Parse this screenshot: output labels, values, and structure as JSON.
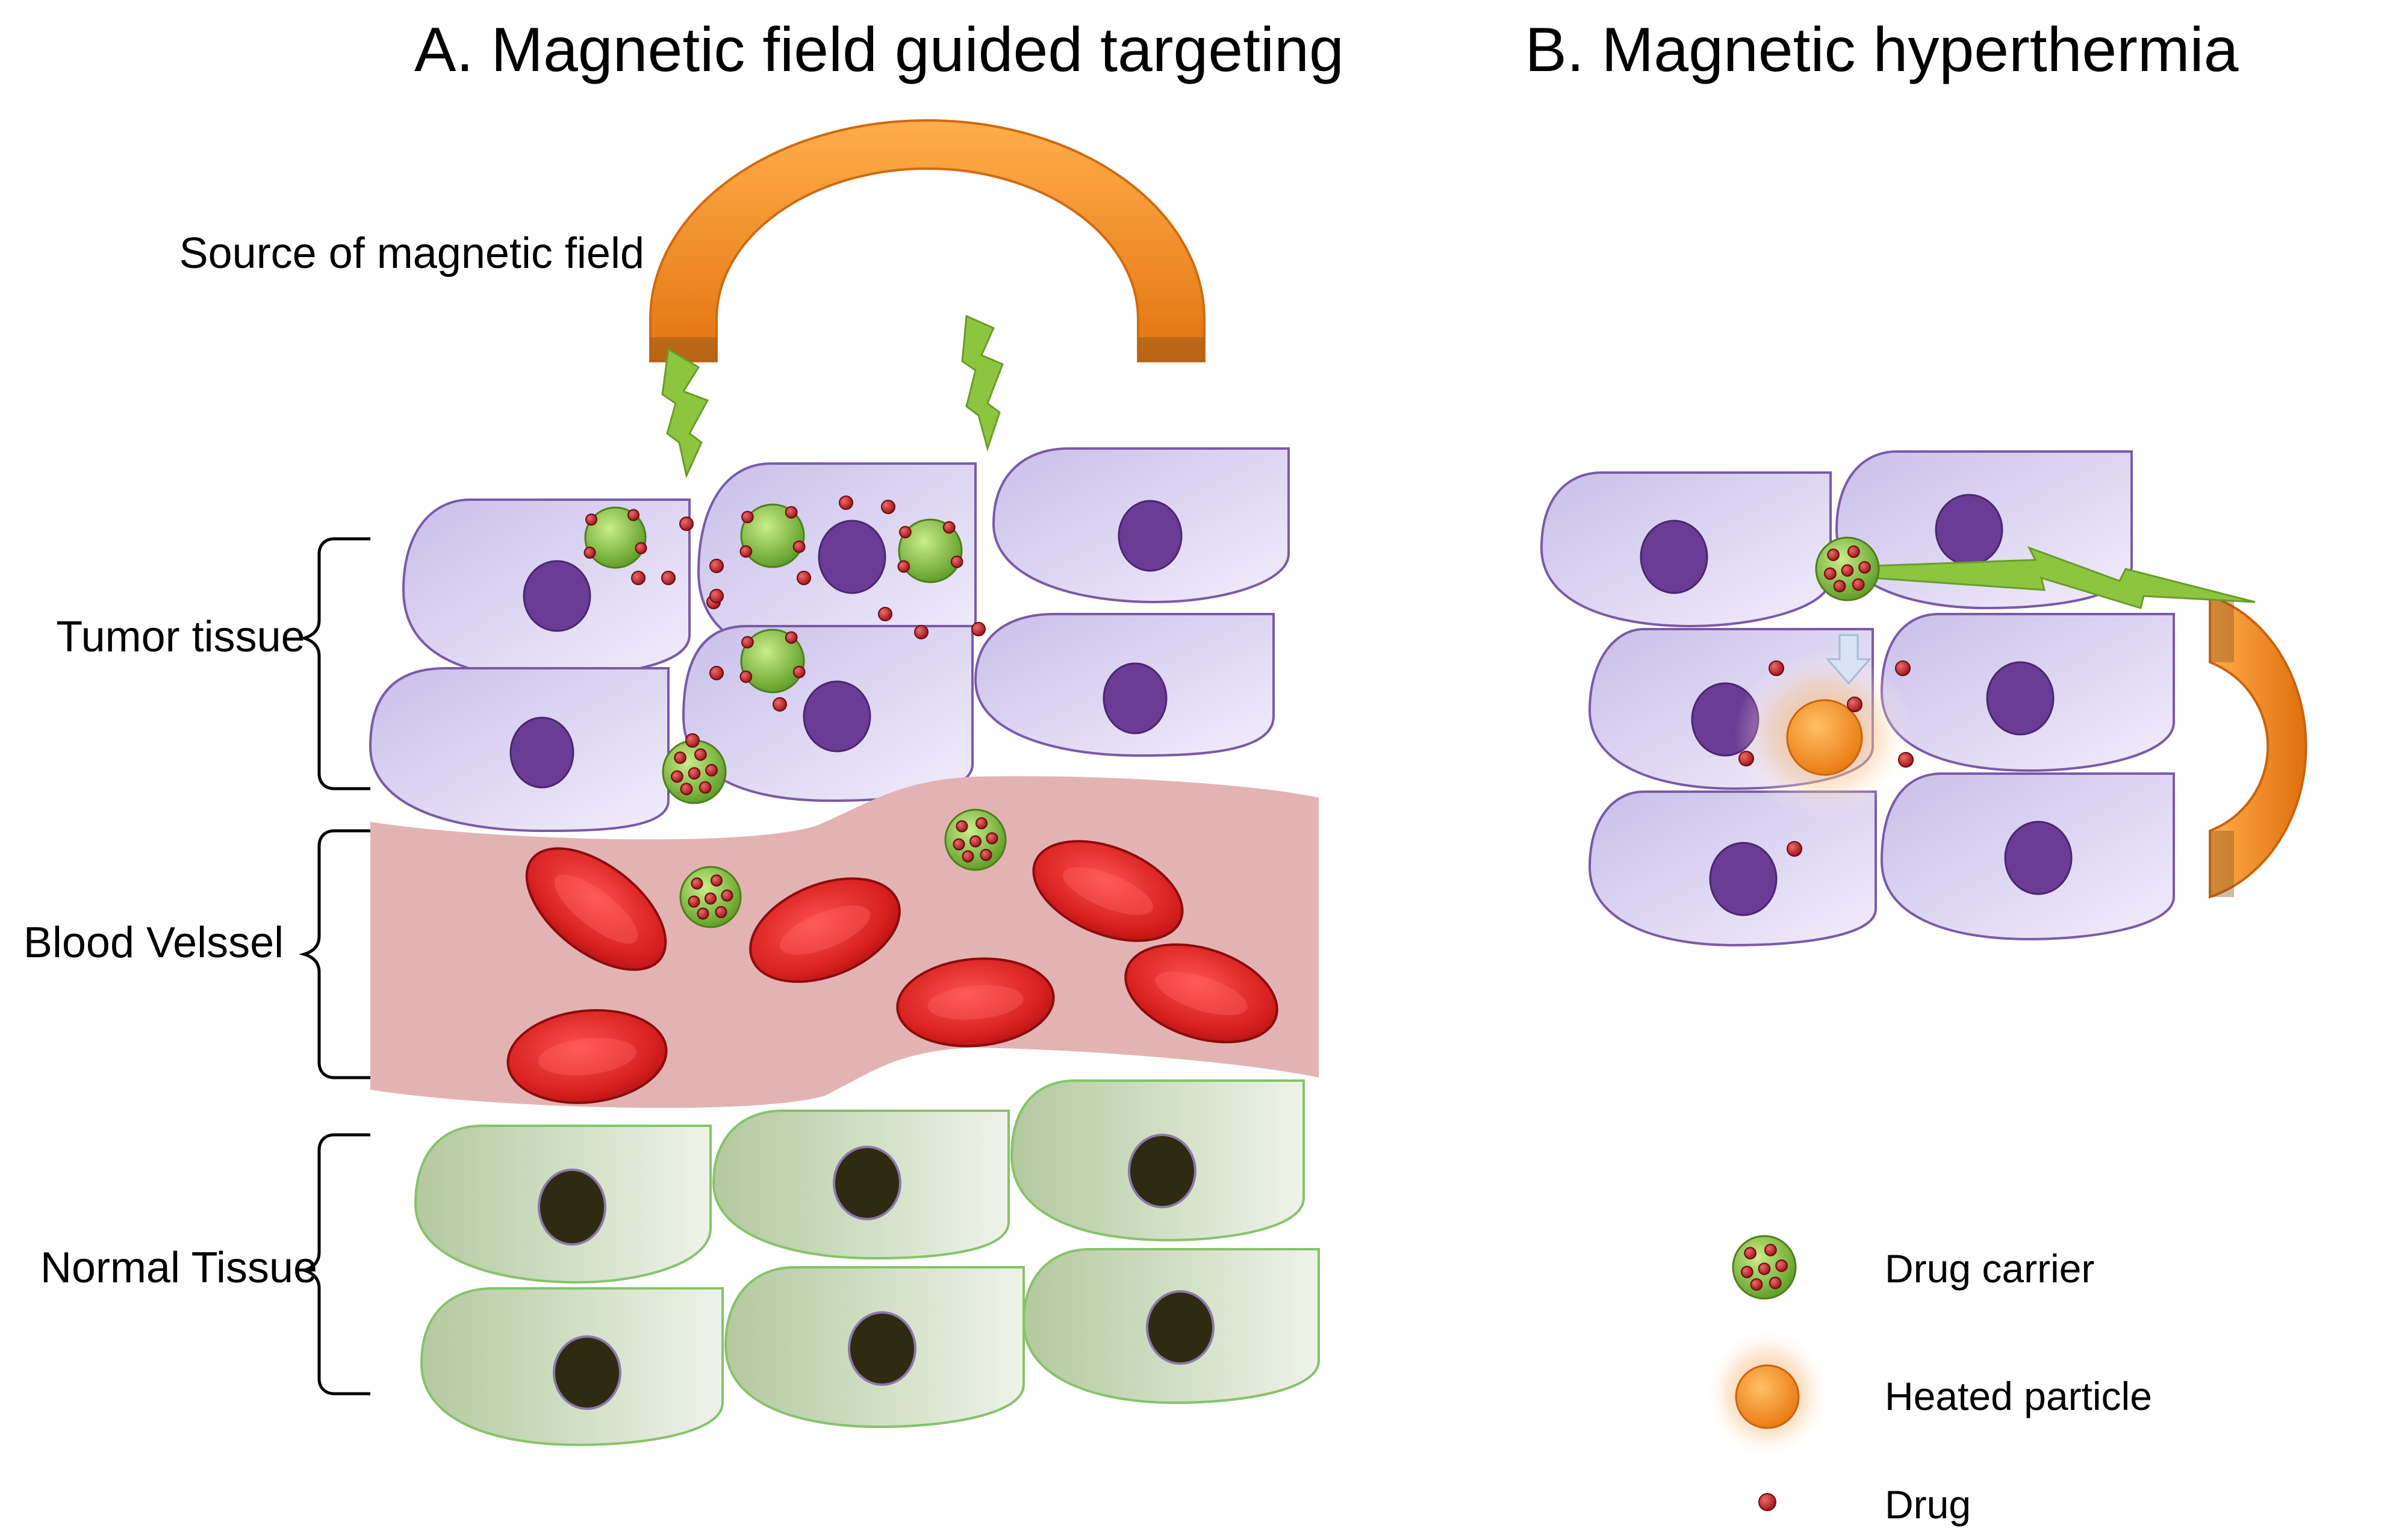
{
  "panel_a": {
    "title": "A. Magnetic field guided targeting",
    "magnet_label": "Source of magnetic field",
    "tumor_label": "Tumor tissue",
    "vessel_label": "Blood Velssel",
    "normal_label": "Normal Tissue"
  },
  "panel_b": {
    "title": "B. Magnetic hyperthermia"
  },
  "legend": {
    "drug_carrier": "Drug carrier",
    "heated_particle": "Heated particle",
    "drug": "Drug"
  },
  "colors": {
    "tumor_cell": "#d9d2f0",
    "tumor_outline": "#7a5aa8",
    "tumor_nucleus": "#6a3c96",
    "normal_cell": "#cddcc0",
    "normal_outline": "#86c36a",
    "normal_nucleus": "#2f2a12",
    "vessel": "#e3b3b3",
    "rbc": "#d71f1f",
    "magnet": "#f28a24",
    "bolt": "#8cc63f",
    "carrier": "#7fbf3a",
    "drug": "#c0262e"
  }
}
